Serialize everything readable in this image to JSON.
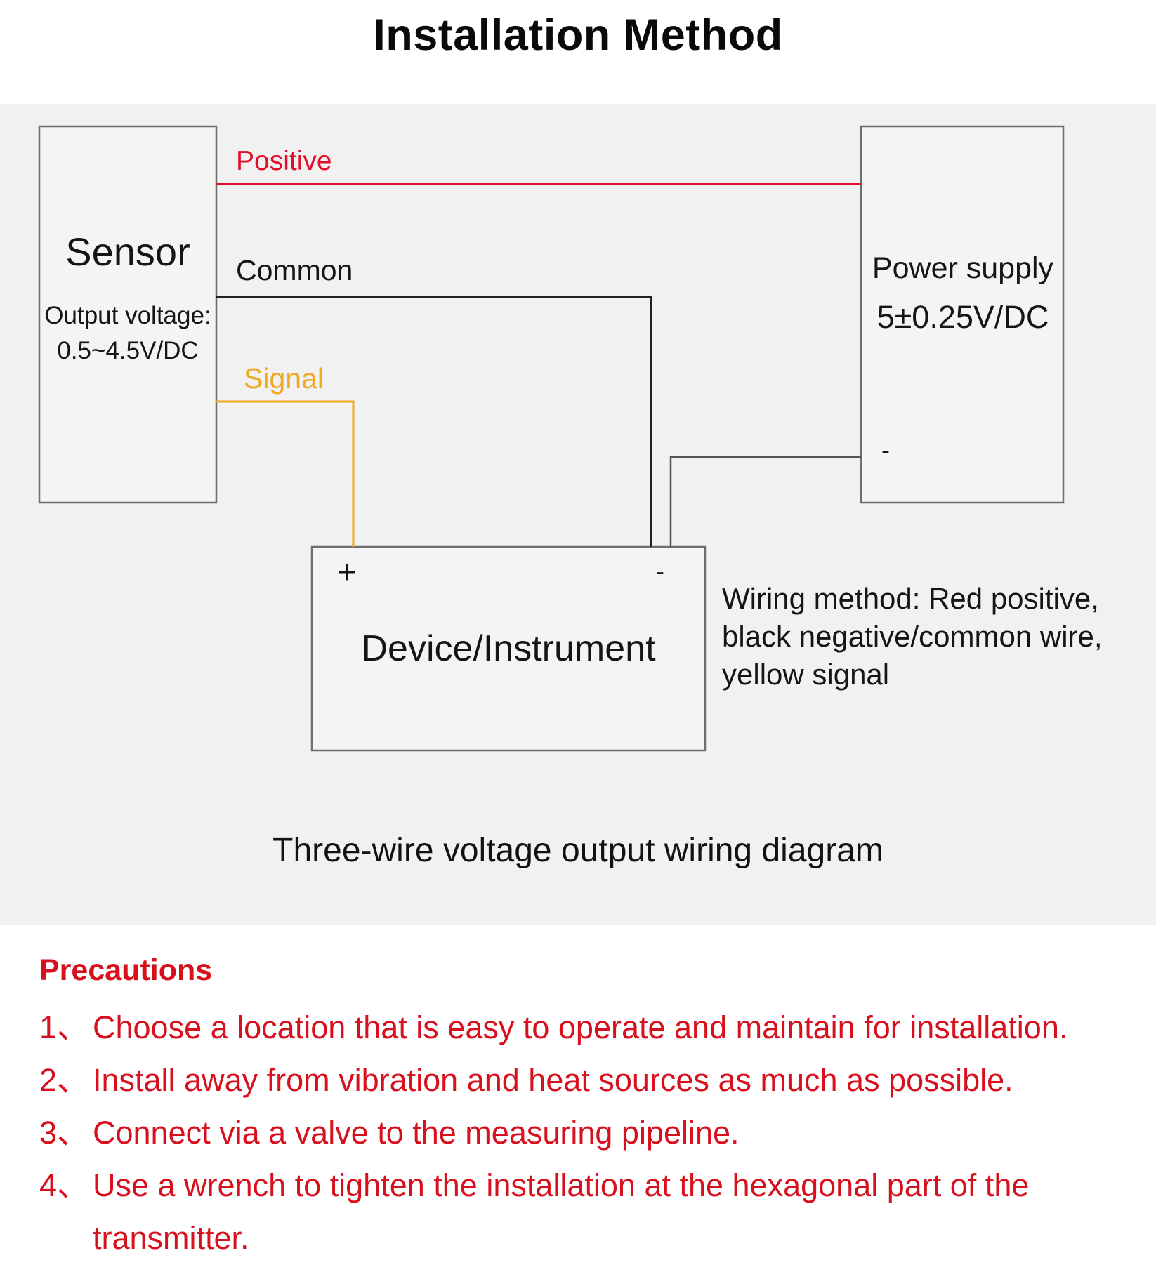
{
  "title": "Installation Method",
  "diagram": {
    "sensor": {
      "title": "Sensor",
      "output_label": "Output voltage:",
      "output_value": "0.5~4.5V/DC"
    },
    "power_supply": {
      "title": "Power supply",
      "value": "5±0.25V/DC",
      "minus": "-"
    },
    "device": {
      "title": "Device/Instrument",
      "plus": "+",
      "minus": "-"
    },
    "wires": {
      "positive": {
        "label": "Positive",
        "color": "#e0102a"
      },
      "common": {
        "label": "Common",
        "color": "#222222"
      },
      "signal": {
        "label": "Signal",
        "color": "#f0a81f"
      }
    },
    "wiring_note": "Wiring method: Red positive, black negative/common wire, yellow signal",
    "caption": "Three-wire voltage output wiring diagram"
  },
  "precautions": {
    "title": "Precautions",
    "items": [
      {
        "num": "1、",
        "text": "Choose a location that is easy to operate and maintain for installation."
      },
      {
        "num": "2、",
        "text": "Install away from vibration and heat sources as much as possible."
      },
      {
        "num": "3、",
        "text": "Connect via a valve to the measuring pipeline."
      },
      {
        "num": "4、",
        "text": "Use a wrench to tighten the installation at the hexagonal part of the transmitter."
      }
    ]
  },
  "colors": {
    "accent_red": "#d80f1c",
    "panel_background": "#f1f1f1"
  }
}
